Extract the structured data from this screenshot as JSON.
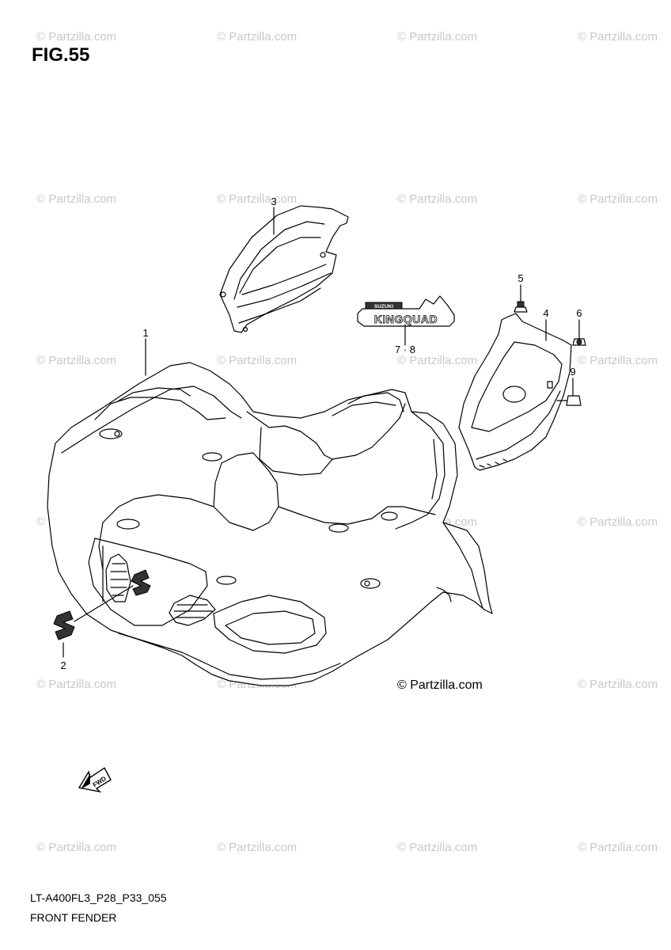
{
  "figure": {
    "title": "FIG.55",
    "model_code": "LT-A400FL3_P28_P33_055",
    "caption": "FRONT FENDER",
    "credit": "© Partzilla.com",
    "watermark": "© Partzilla.com"
  },
  "callouts": {
    "c1": "1",
    "c2": "2",
    "c3": "3",
    "c4": "4",
    "c5": "5",
    "c6": "6",
    "c78": "7 · 8",
    "c9": "9"
  },
  "decal": {
    "brand": "SUZUKI",
    "name": "KINGQUAD"
  },
  "direction_arrow": {
    "label": "FWD"
  },
  "colors": {
    "line": "#000000",
    "watermark": "#c8c8c8",
    "background": "#ffffff"
  }
}
